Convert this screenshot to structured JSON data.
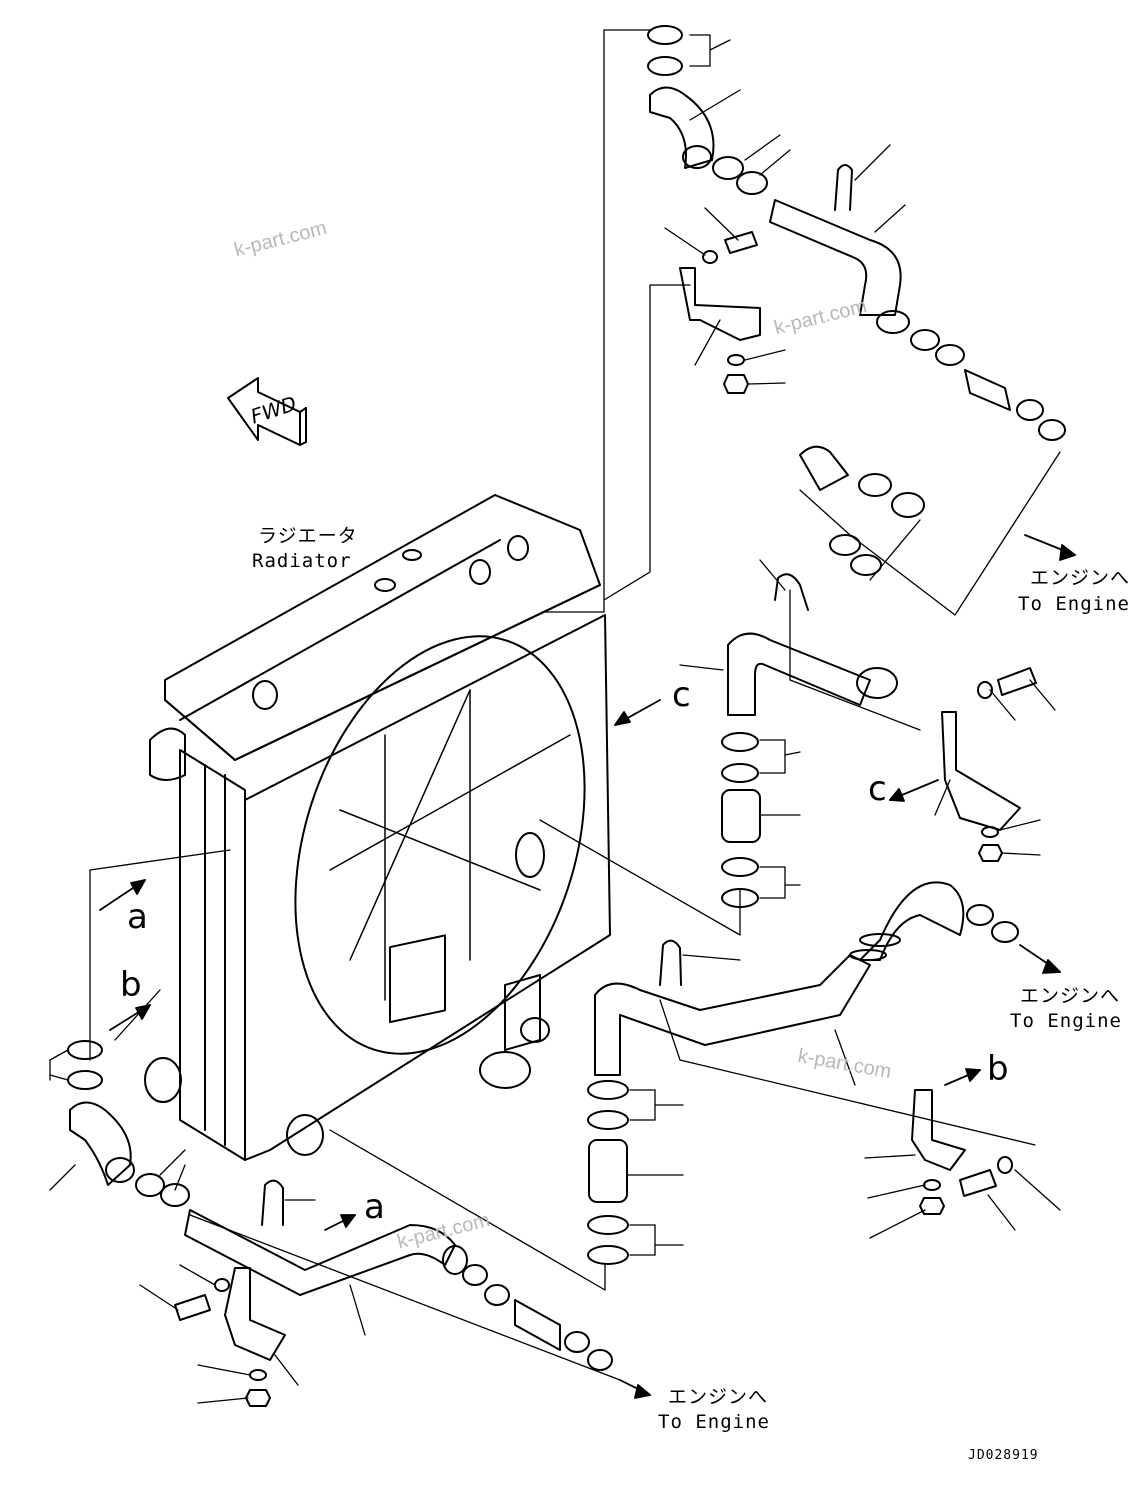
{
  "diagram": {
    "fwd_label": "FWD",
    "radiator_label_jp": "ラジエータ",
    "radiator_label_en": "Radiator",
    "engine_labels": [
      {
        "jp": "エンジンへ",
        "en": "To Engine"
      },
      {
        "jp": "エンジンへ",
        "en": "To Engine"
      },
      {
        "jp": "エンジンへ",
        "en": "To Engine"
      }
    ],
    "view_markers": {
      "a_arrow_left": "a",
      "a_arrow_bottom": "a",
      "b_arrow_left": "b",
      "b_arrow_right": "b",
      "c_arrow_top": "c",
      "c_arrow_right": "c"
    },
    "watermarks": [
      "k-part.com",
      "k-part.com",
      "k-part.com",
      "k-part.com"
    ],
    "drawing_code": "JD028919"
  }
}
